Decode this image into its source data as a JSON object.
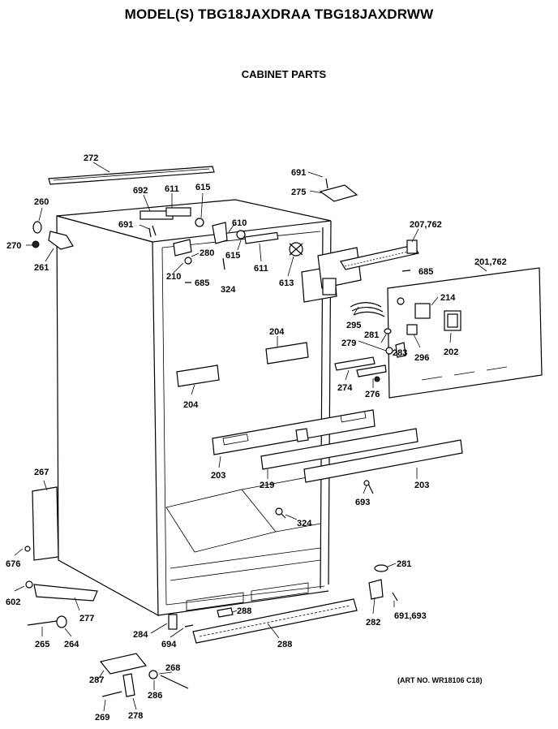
{
  "header": {
    "title": "MODEL(S) TBG18JAXDRAA  TBG18JAXDRWW",
    "subtitle": "CABINET PARTS"
  },
  "footer": {
    "art_number": "(ART NO. WR18106 C18)"
  },
  "callouts": [
    {
      "id": "272",
      "text": "272"
    },
    {
      "id": "260",
      "text": "260"
    },
    {
      "id": "270",
      "text": "270"
    },
    {
      "id": "261",
      "text": "261"
    },
    {
      "id": "692",
      "text": "692"
    },
    {
      "id": "611a",
      "text": "611"
    },
    {
      "id": "615a",
      "text": "615"
    },
    {
      "id": "691a",
      "text": "691"
    },
    {
      "id": "610",
      "text": "610"
    },
    {
      "id": "615b",
      "text": "615"
    },
    {
      "id": "280",
      "text": "280"
    },
    {
      "id": "210",
      "text": "210"
    },
    {
      "id": "685a",
      "text": "685"
    },
    {
      "id": "324a",
      "text": "324"
    },
    {
      "id": "611b",
      "text": "611"
    },
    {
      "id": "613",
      "text": "613"
    },
    {
      "id": "691b",
      "text": "691"
    },
    {
      "id": "275",
      "text": "275"
    },
    {
      "id": "207762",
      "text": "207,762"
    },
    {
      "id": "685b",
      "text": "685"
    },
    {
      "id": "201762",
      "text": "201,762"
    },
    {
      "id": "214",
      "text": "214"
    },
    {
      "id": "295",
      "text": "295"
    },
    {
      "id": "281a",
      "text": "281"
    },
    {
      "id": "279",
      "text": "279"
    },
    {
      "id": "283",
      "text": "283"
    },
    {
      "id": "296",
      "text": "296"
    },
    {
      "id": "202",
      "text": "202"
    },
    {
      "id": "274",
      "text": "274"
    },
    {
      "id": "276",
      "text": "276"
    },
    {
      "id": "204a",
      "text": "204"
    },
    {
      "id": "204b",
      "text": "204"
    },
    {
      "id": "203a",
      "text": "203"
    },
    {
      "id": "219",
      "text": "219"
    },
    {
      "id": "203b",
      "text": "203"
    },
    {
      "id": "693a",
      "text": "693"
    },
    {
      "id": "324b",
      "text": "324"
    },
    {
      "id": "267",
      "text": "267"
    },
    {
      "id": "676",
      "text": "676"
    },
    {
      "id": "602",
      "text": "602"
    },
    {
      "id": "277",
      "text": "277"
    },
    {
      "id": "265",
      "text": "265"
    },
    {
      "id": "264",
      "text": "264"
    },
    {
      "id": "284",
      "text": "284"
    },
    {
      "id": "694",
      "text": "694"
    },
    {
      "id": "288a",
      "text": "288"
    },
    {
      "id": "288b",
      "text": "288"
    },
    {
      "id": "281b",
      "text": "281"
    },
    {
      "id": "282",
      "text": "282"
    },
    {
      "id": "691693",
      "text": "691,693"
    },
    {
      "id": "287",
      "text": "287"
    },
    {
      "id": "268",
      "text": "268"
    },
    {
      "id": "286",
      "text": "286"
    },
    {
      "id": "269",
      "text": "269"
    },
    {
      "id": "278",
      "text": "278"
    }
  ]
}
